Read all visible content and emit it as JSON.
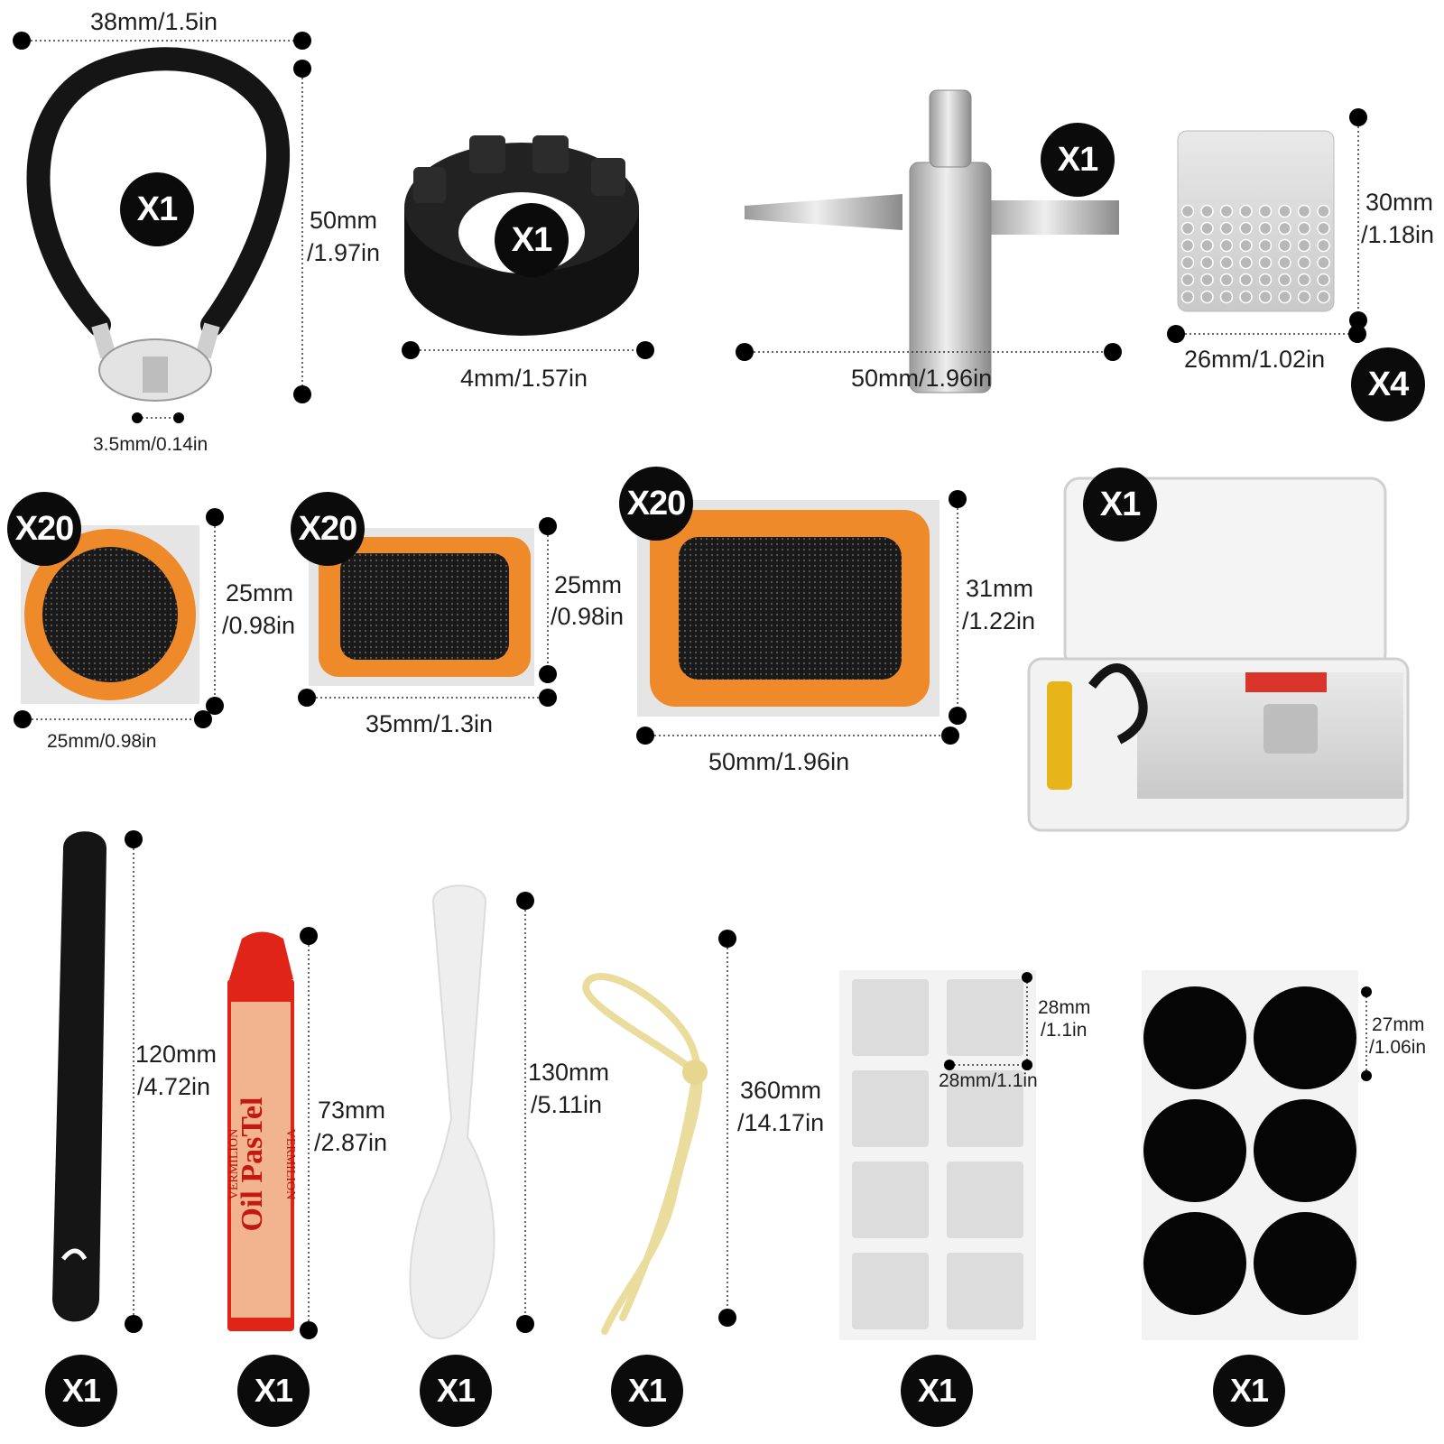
{
  "items": {
    "spoke_wrench": {
      "width": "38mm/1.5in",
      "height_mm": "50mm",
      "height_in": "/1.97in",
      "slot": "3.5mm/0.14in",
      "qty": "X1"
    },
    "spoke_key_round": {
      "width": "4mm/1.57in",
      "qty": "X1"
    },
    "valve_tool": {
      "width": "50mm/1.96in",
      "qty": "X1"
    },
    "rasp": {
      "height_mm": "30mm",
      "height_in": "/1.18in",
      "width": "26mm/1.02in",
      "qty": "X4"
    },
    "patch_round": {
      "height_mm": "25mm",
      "height_in": "/0.98in",
      "width": "25mm/0.98in",
      "qty": "X20"
    },
    "patch_rect_small": {
      "height_mm": "25mm",
      "height_in": "/0.98in",
      "width": "35mm/1.3in",
      "qty": "X20"
    },
    "patch_rect_large": {
      "height_mm": "31mm",
      "height_in": "/1.22in",
      "width": "50mm/1.96in",
      "qty": "X20"
    },
    "storage_box": {
      "qty": "X1"
    },
    "tire_lever": {
      "height_mm": "120mm",
      "height_in": "/4.72in",
      "qty": "X1"
    },
    "crayon": {
      "height_mm": "73mm",
      "height_in": "/2.87in",
      "brand": "Oil PasTel",
      "side_text": "VERMILION",
      "qty": "X1"
    },
    "spatula": {
      "height_mm": "130mm",
      "height_in": "/5.11in",
      "qty": "X1"
    },
    "valve_tube": {
      "height_mm": "360mm",
      "height_in": "/14.17in",
      "qty": "X1"
    },
    "clear_patches": {
      "height_mm": "28mm",
      "height_in": "/1.1in",
      "width": "28mm/1.1in",
      "qty": "X1"
    },
    "black_patches": {
      "height_mm": "27mm",
      "height_in": "/1.06in",
      "qty": "X1"
    }
  },
  "colors": {
    "badge": "#0b0b0b",
    "orange": "#ef8a2b",
    "crayon_red": "#e02418",
    "metal": "#c9c9c9"
  }
}
